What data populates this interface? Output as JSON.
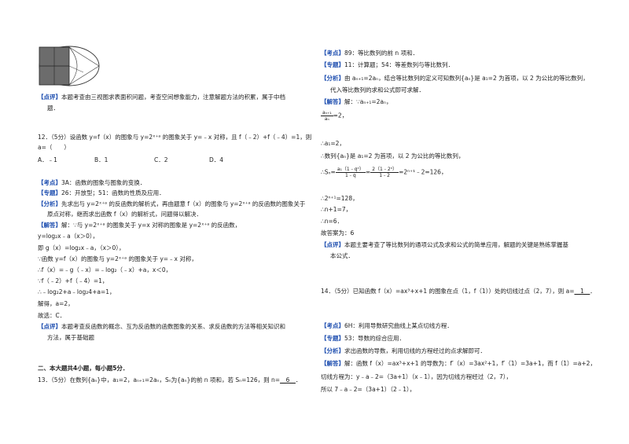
{
  "left": {
    "fig": {
      "type": "three-view-solid"
    },
    "p1_tag": "【点评】",
    "p1_text": "本题考查由三视图求表面积问题，考查空间想象能力，注意解题方法的积累，属于中档",
    "p1_text2": "题．",
    "q12_line1": "12．（5分）设函数 y=f（x）的图象与 y=2ˣ⁺ᵃ 的图象关于 y=﹣x 对称，且 f（﹣2）+f（﹣4）=1，则",
    "q12_line2": "a=（　　）",
    "q12_opts": [
      "A．﹣1",
      "B．1",
      "C．2",
      "D．4"
    ],
    "kd_tag": "【考点】",
    "kd_text": "3A：函数的图象与图象的变换．",
    "zt_tag": "【专题】",
    "zt_text": "26：开放型；51：函数的性质及应用．",
    "fx_tag": "【分析】",
    "fx_text1": "先求出与 y=2ˣ⁺ᵃ 的反函数的解析式，再由题意 f（x）的图象与 y=2ˣ⁺ᵃ 的反函数的图象关于",
    "fx_text2": "原点对称，继而求出函数 f（x）的解析式，问题得以解决．",
    "jd_tag": "【解答】",
    "jd_text": "解：∵与 y=2ˣ⁺ᵃ 的图象关于 y=x 对称的图象是 y=2ˣ⁺ᵃ 的反函数，",
    "s1": "y=log₂x﹣a（x＞0），",
    "s2": "即 g（x）=log₂x﹣a，（x＞0），",
    "s3": "∵函数 y=f（x）的图象与 y=2ˣ⁺ᵃ 的图象关于 y=﹣x 对称，",
    "s4": "∴f（x）=﹣g（﹣x）=﹣log₂（﹣x）+a，x＜0，",
    "s5": "∵f（﹣2）+f（﹣4）=1，",
    "s6": "∴﹣log₂2+a﹣log₂4+a=1，",
    "s7": "解得，a=2，",
    "s8": "故选：C．",
    "dp_tag": "【点评】",
    "dp_text1": "本题考查反函数的概念、互为反函数的函数图象的关系、求反函数的方法等相关知识和",
    "dp_text2": "方法，属于基础题",
    "section": "二、本大题共4小题，每小题5分．",
    "q13_pre": "13．（5分）在数列{aₙ}中，a₁=2，aₙ₊₁=2aₙ，Sₙ为{aₙ}的前 n 项和，若 Sₙ=126，则 n=",
    "q13_ans": "__6__",
    "q13_post": "．"
  },
  "right": {
    "kd_tag": "【考点】",
    "kd_text": "89：等比数列的前 n 项和．",
    "zt_tag": "【专题】",
    "zt_text": "11：计算题；54：等差数列与等比数列．",
    "fx_tag": "【分析】",
    "fx_text1": "由 aₙ₊₁=2aₙ，结合等比数列的定义可知数列{aₙ}是 a₁=2 为首项，以 2 为公比的等比数列，",
    "fx_text2": "代入等比数列的求和公式即可求解．",
    "jd_tag": "【解答】",
    "jd_text": "解：∵aₙ₊₁=2aₙ，",
    "frac_num": "aₙ₊₁",
    "frac_den": "aₙ",
    "frac_rhs": "=2，",
    "s1": "∴a₁=2，",
    "s2": "∴数列{aₙ}是 a₁=2 为首项，以 2 为公比的等比数列，",
    "sn_pre": "∴Sₙ=",
    "sn_f1_num": "a₁（1﹣qⁿ）",
    "sn_f1_den": "1﹣q",
    "sn_mid": "=",
    "sn_f2_num": "2（1﹣2ⁿ）",
    "sn_f2_den": "1﹣2",
    "sn_post": "=2ⁿ⁺¹﹣2=126，",
    "s3": "∴2ⁿ⁺¹=128，",
    "s4": "∴n+1=7，",
    "s5": "∴n=6．",
    "s6": "故答案为：6",
    "dp_tag": "【点评】",
    "dp_text1": "本题主要考查了等比数列的通项公式及求和公式的简单应用，解题的关键是熟练掌握基",
    "dp_text2": "本公式．",
    "q14_pre": "14．（5分）已知函数 f（x）=ax³+x+1 的图象在点（1，f（1））处的切线过点（2，7），则 a=",
    "q14_ans": "__1__",
    "q14_post": "．",
    "kd2_tag": "【考点】",
    "kd2_text": "6H：利用导数研究曲线上某点切线方程．",
    "zt2_tag": "【专题】",
    "zt2_text": "53：导数的综合应用．",
    "fx2_tag": "【分析】",
    "fx2_text": "求出函数的导数，利用切线的方程经过的点求解即可．",
    "jd2_tag": "【解答】",
    "jd2_text": "解：函数 f（x）=ax³+x+1 的导数为：f′（x）=3ax²+1，f′（1）=3a+1，而 f（1）=a+2，",
    "t1": "切线方程为：y﹣a﹣2=（3a+1）（x﹣1），因为切线方程经过（2，7），",
    "t2": "所以 7﹣a﹣2=（3a+1）（2﹣1），"
  }
}
